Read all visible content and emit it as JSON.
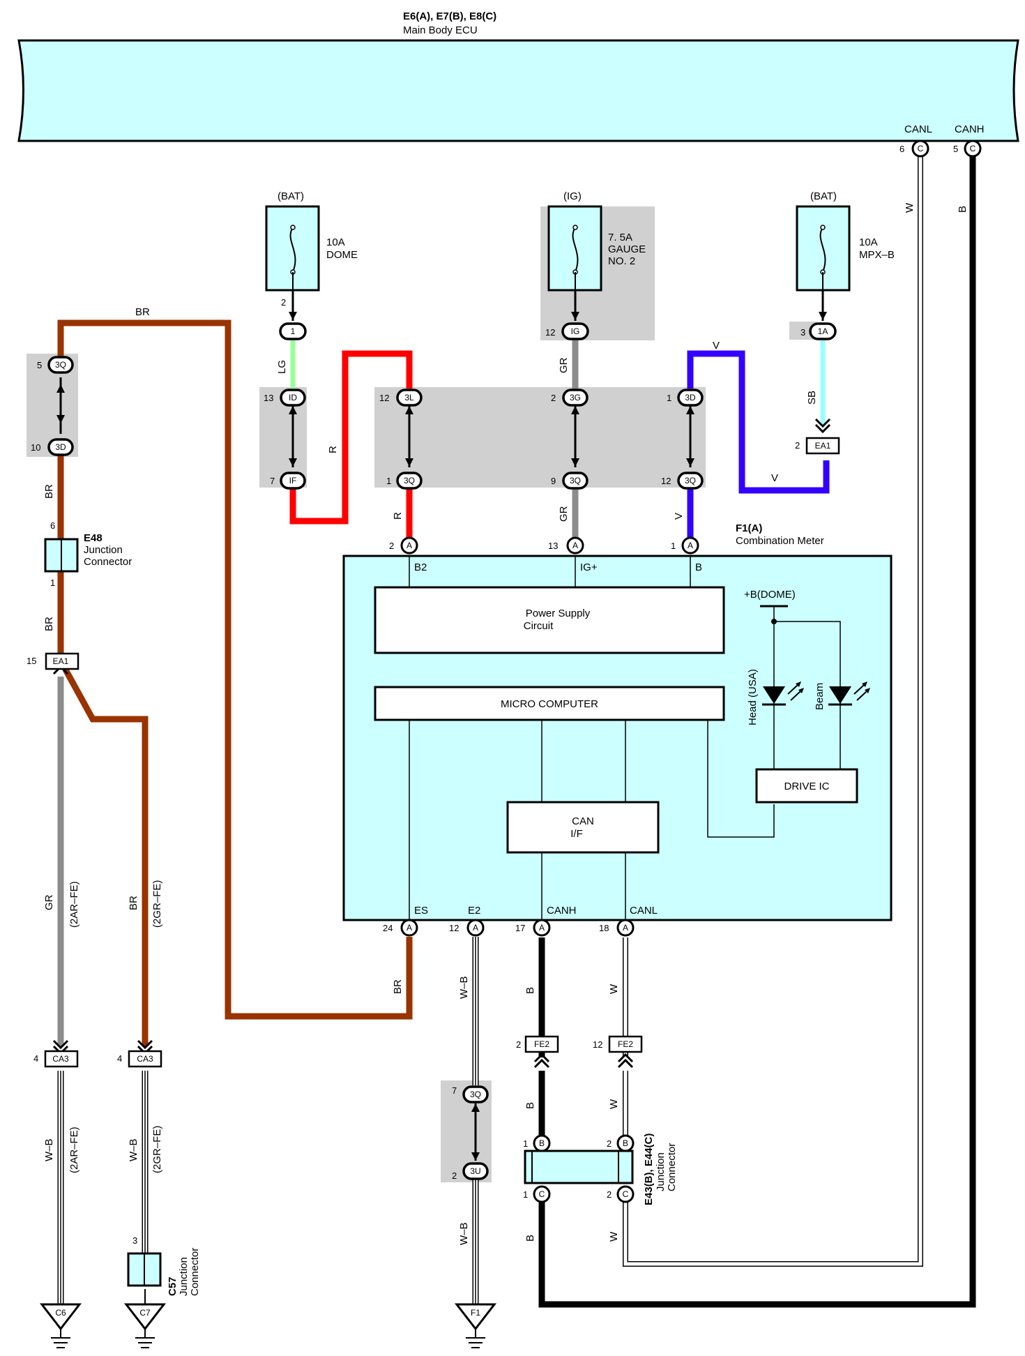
{
  "header": {
    "ecu_codes": "E6(A), E7(B), E8(C)",
    "ecu_name": "Main Body ECU",
    "canl": "CANL",
    "canh": "CANH",
    "canl_pin": "6",
    "canh_pin": "5",
    "canl_conn": "C",
    "canh_conn": "C"
  },
  "fuses": [
    {
      "source": "(BAT)",
      "rating": "10A",
      "name": "DOME",
      "name2": "",
      "pin": "2",
      "conn": "1",
      "pin2": ""
    },
    {
      "source": "(IG)",
      "rating": "7. 5A",
      "name": "GAUGE",
      "name2": "NO. 2",
      "pin": "12",
      "conn": "IG",
      "pin2": ""
    },
    {
      "source": "(BAT)",
      "rating": "10A",
      "name": "MPX–B",
      "name2": "",
      "pin": "3",
      "conn": "1A",
      "pin2": ""
    }
  ],
  "junction_blocks": {
    "j_3q_top": {
      "pin": "5",
      "label": "3Q"
    },
    "j_3d_left": {
      "pin": "10",
      "label": "3D"
    },
    "j_id": {
      "pin": "13",
      "label": "ID"
    },
    "j_if": {
      "pin": "7",
      "label": "IF"
    },
    "j_3l": {
      "pin": "12",
      "label": "3L"
    },
    "j_3q_1": {
      "pin": "1",
      "label": "3Q"
    },
    "j_3g": {
      "pin": "2",
      "label": "3G"
    },
    "j_3q_9": {
      "pin": "9",
      "label": "3Q"
    },
    "j_3d_1": {
      "pin": "1",
      "label": "3D"
    },
    "j_3q_12": {
      "pin": "12",
      "label": "3Q"
    },
    "j_3q_7": {
      "pin": "7",
      "label": "3Q"
    },
    "j_3u": {
      "pin": "2",
      "label": "3U"
    }
  },
  "connectors": {
    "ea1_right": {
      "pin": "2",
      "label": "EA1"
    },
    "ea1_left": {
      "pin": "15",
      "label": "EA1"
    },
    "ca3_a": {
      "pin": "4",
      "label": "CA3"
    },
    "ca3_b": {
      "pin": "4",
      "label": "CA3"
    },
    "fe2_a": {
      "pin": "2",
      "label": "FE2"
    },
    "fe2_b": {
      "pin": "12",
      "label": "FE2"
    }
  },
  "e48": {
    "code": "E48",
    "name1": "Junction",
    "name2": "Connector",
    "pin_top": "6",
    "pin_bottom": "1"
  },
  "c57": {
    "code": "C57",
    "name1": "Junction",
    "name2": "Connector",
    "pin": "3"
  },
  "e43": {
    "code": "E43(B), E44(C)",
    "name1": "Junction",
    "name2": "Connector",
    "pin_b1": "1",
    "pin_b2": "2",
    "pin_c1": "1",
    "pin_c2": "2",
    "conn_b": "B",
    "conn_c": "C"
  },
  "meter": {
    "code": "F1(A)",
    "name": "Combination Meter",
    "top_pins": [
      {
        "pin": "2",
        "conn": "A",
        "label": "B2"
      },
      {
        "pin": "13",
        "conn": "A",
        "label": "IG+"
      },
      {
        "pin": "1",
        "conn": "A",
        "label": "B"
      }
    ],
    "bottom_pins": [
      {
        "pin": "24",
        "conn": "A",
        "label": "ES"
      },
      {
        "pin": "12",
        "conn": "A",
        "label": "E2"
      },
      {
        "pin": "17",
        "conn": "A",
        "label": "CANH"
      },
      {
        "pin": "18",
        "conn": "A",
        "label": "CANL"
      }
    ],
    "power_supply": "Power Supply",
    "power_supply2": "Circuit",
    "micro": "MICRO COMPUTER",
    "can": "CAN",
    "can2": "I/F",
    "dome": "+B(DOME)",
    "head": "Head (USA)",
    "beam": "Beam",
    "drive": "DRIVE IC"
  },
  "wire_colors": {
    "br": "BR",
    "lg": "LG",
    "r": "R",
    "gr": "GR",
    "v": "V",
    "sb": "SB",
    "w": "W",
    "b": "B",
    "wb": "W–B",
    "engine_2ar": "(2AR–FE)",
    "engine_2gr": "(2GR–FE)"
  },
  "grounds": [
    "C6",
    "C7",
    "F1"
  ],
  "colors": {
    "br": "#993300",
    "lg": "#99ff99",
    "r": "#ff0000",
    "gr": "#8c8c8c",
    "v": "#3300ff",
    "sb": "#99ffff",
    "b": "#000000",
    "ecu_fill": "#ccffff",
    "splice_shade": "#d0d0d0"
  }
}
